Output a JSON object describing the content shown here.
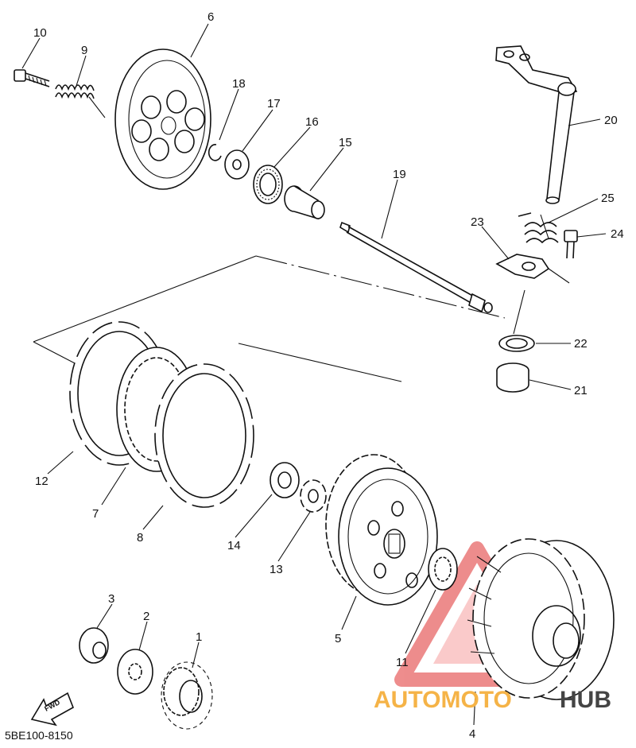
{
  "diagram": {
    "code": "5BE100-8150",
    "fwd_label": "FWD",
    "parts": [
      "1",
      "2",
      "3",
      "4",
      "5",
      "6",
      "7",
      "8",
      "9",
      "10",
      "11",
      "12",
      "13",
      "14",
      "15",
      "16",
      "17",
      "18",
      "19",
      "20",
      "21",
      "22",
      "23",
      "24",
      "25"
    ]
  },
  "watermark": {
    "word_a": "AUTOMOTO",
    "word_b": "HUB",
    "color_a": "#f5b347",
    "color_b": "#444444",
    "logo_color": "#e03030"
  }
}
